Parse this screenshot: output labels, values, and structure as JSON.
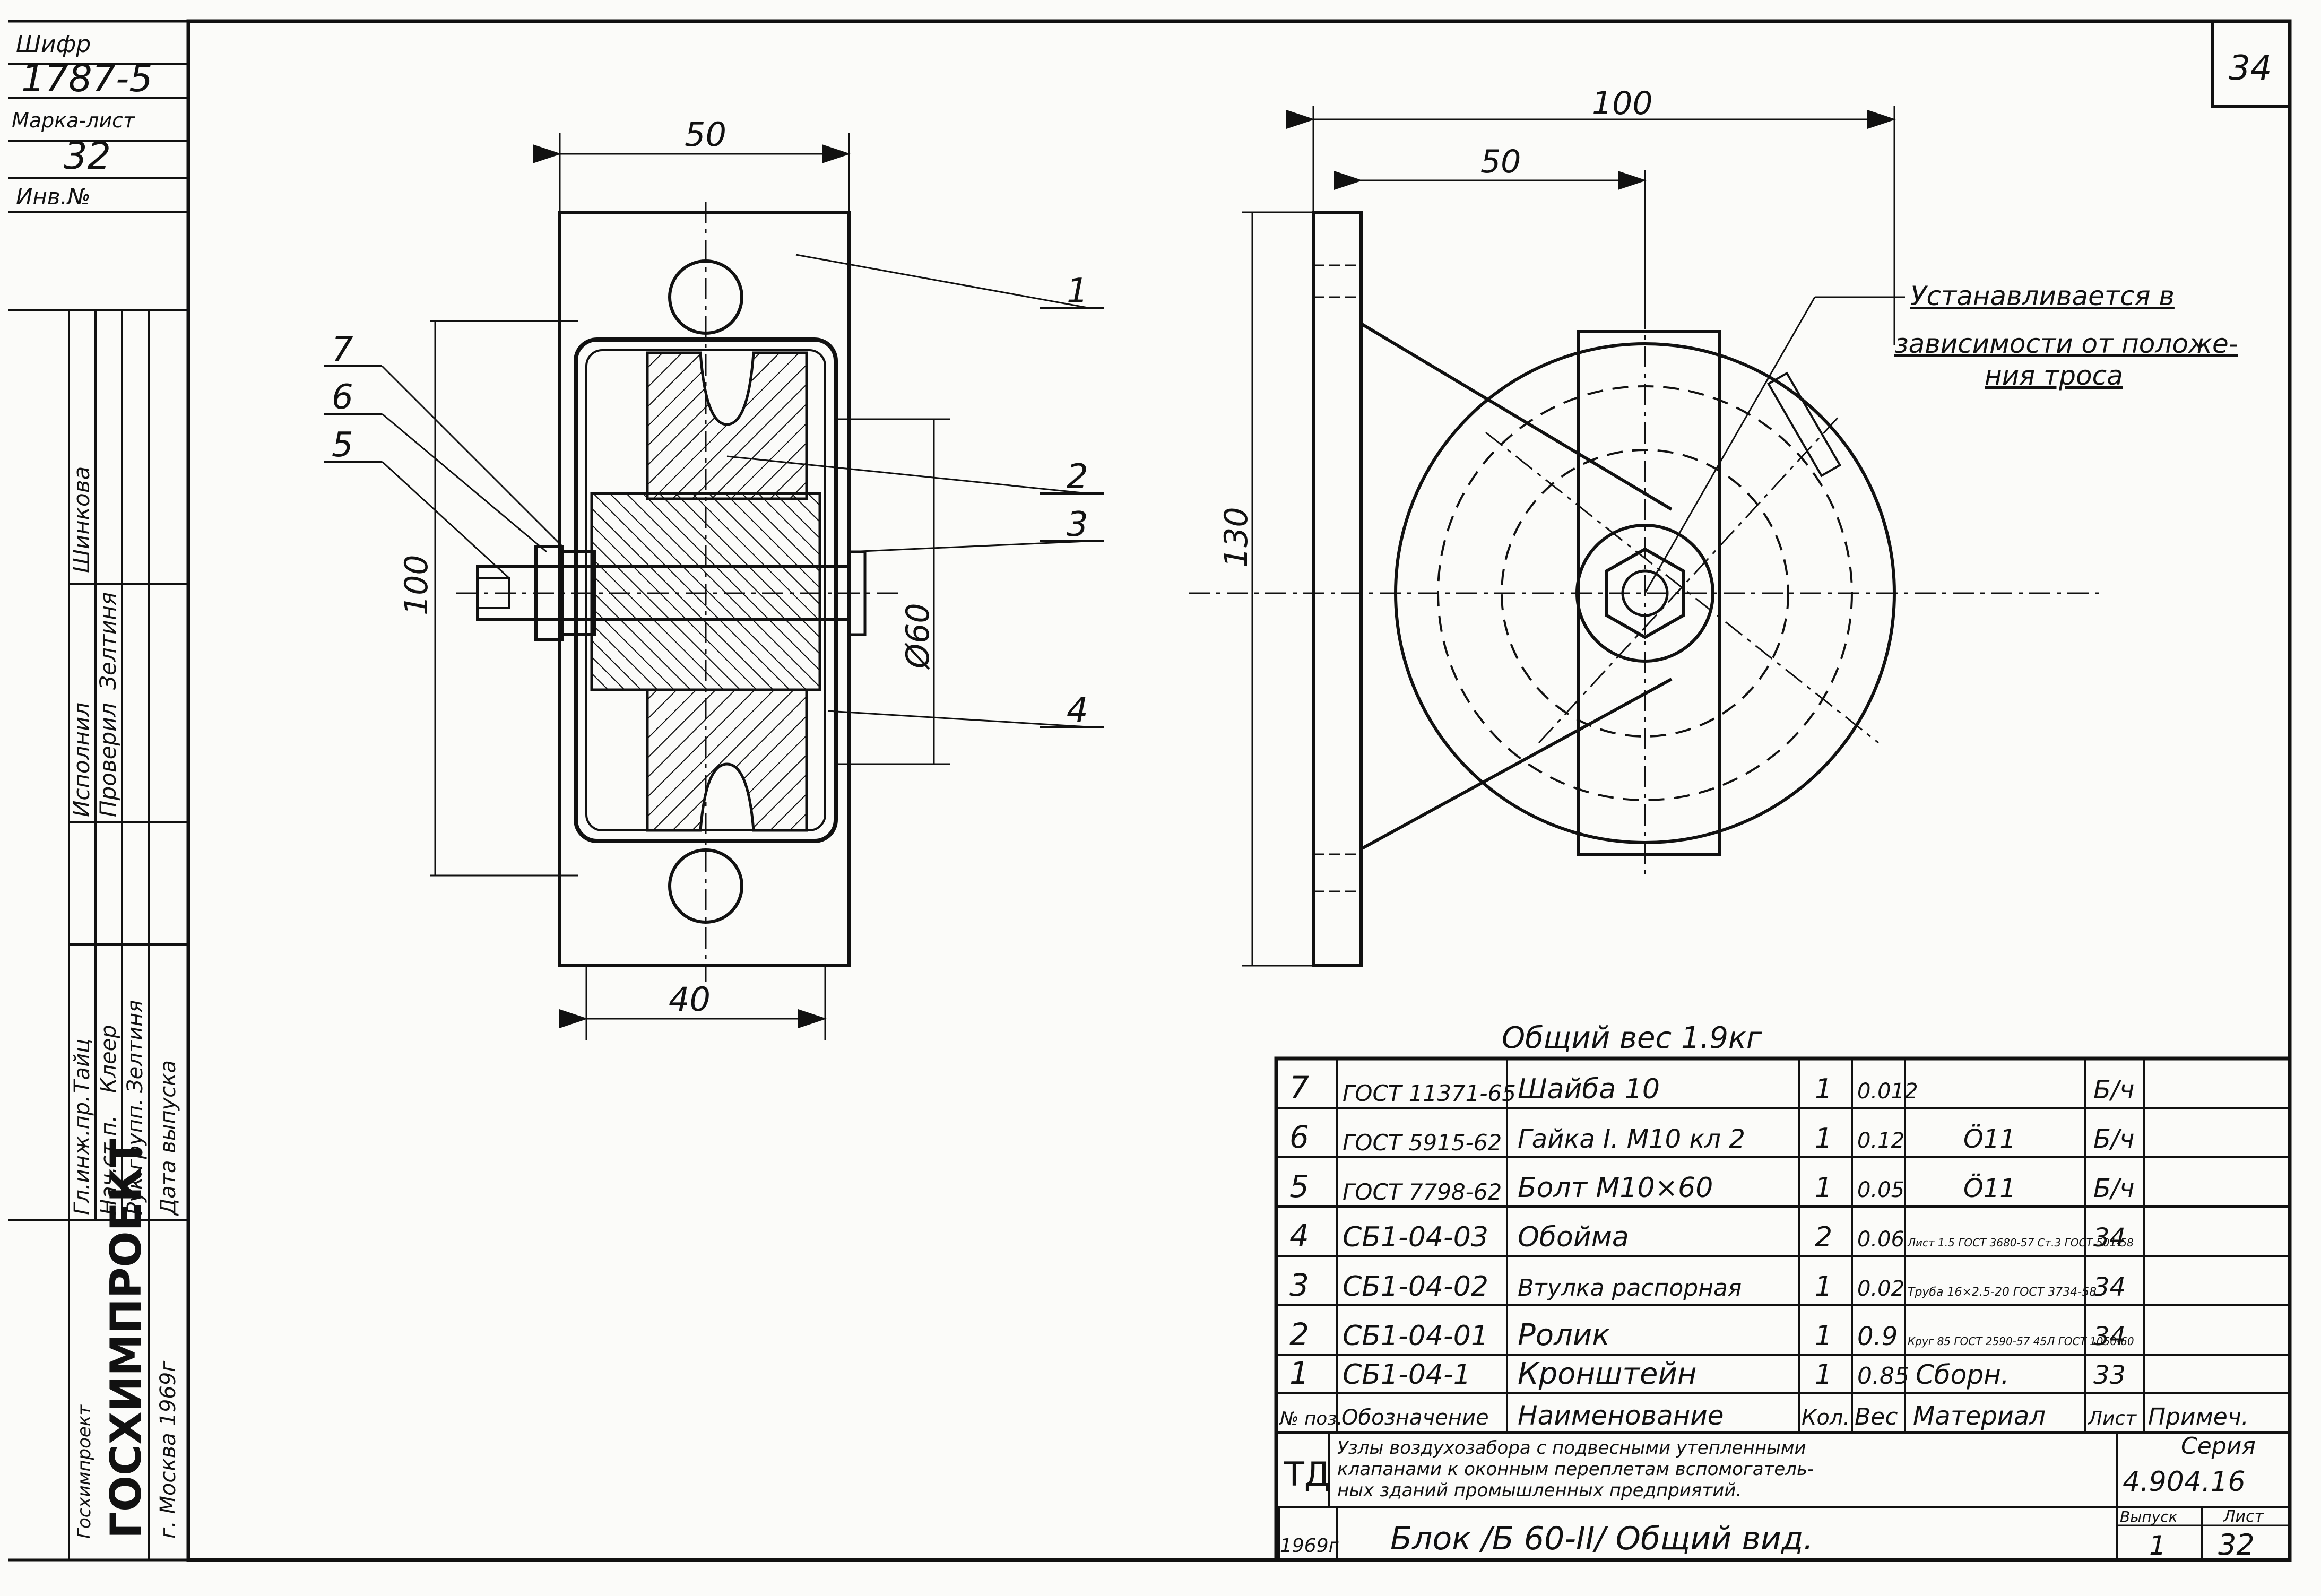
{
  "stamp": {
    "label_code": "Шифр",
    "code": "1787-5",
    "label_sheet": "Марка-лист",
    "sheet": "32",
    "label_inv": "Инв.№",
    "roles": [
      {
        "role": "Исполнил",
        "name": "Шинкова"
      },
      {
        "role": "Проверил",
        "name": "Зелтиня"
      },
      {
        "role": "Гл.инж.пр.",
        "name": "Тайц"
      },
      {
        "role": "Нач.ст.п.",
        "name": "Клеер"
      },
      {
        "role": "Рук.групп.",
        "name": "Зелтиня"
      },
      {
        "role": "Дата выпуска",
        "name": ""
      }
    ],
    "org": "ГОСХИМПРОЕКТ",
    "org_sub": "Госхимпроект",
    "city": "г. Москва 1969г"
  },
  "corner_sheet": "34",
  "front_view": {
    "dim_top": "50",
    "dim_bottom": "40",
    "dim_height": "100",
    "dim_dia": "Ø60",
    "callouts": [
      "1",
      "2",
      "3",
      "4",
      "5",
      "6",
      "7"
    ]
  },
  "side_view": {
    "dim_100": "100",
    "dim_50": "50",
    "dim_130": "130",
    "note_line1": "Устанавливается в",
    "note_line2": "зависимости от положе-",
    "note_line3": "ния троса"
  },
  "table": {
    "total_weight": "Общий вес   1.9кг",
    "headers": {
      "no": "№ поз.",
      "designation": "Обозначение",
      "name": "Наименование",
      "qty": "Кол.",
      "weight": "Вес",
      "material": "Материал",
      "sheet": "Лист",
      "note": "Примеч."
    },
    "rows": [
      {
        "no": "7",
        "designation": "ГОСТ 11371-65",
        "name": "Шайба 10",
        "qty": "1",
        "weight": "0.012",
        "material": "",
        "sheet": "Б/ч",
        "note": ""
      },
      {
        "no": "6",
        "designation": "ГОСТ 5915-62",
        "name": "Гайка I. M10 кл 2",
        "qty": "1",
        "weight": "0.12",
        "material": "Ö11",
        "sheet": "Б/ч",
        "note": ""
      },
      {
        "no": "5",
        "designation": "ГОСТ 7798-62",
        "name": "Болт M10×60",
        "qty": "1",
        "weight": "0.05",
        "material": "Ö11",
        "sheet": "Б/ч",
        "note": ""
      },
      {
        "no": "4",
        "designation": "СБ1-04-03",
        "name": "Обойма",
        "qty": "2",
        "weight": "0.06",
        "material": "Лист 1.5 ГОСТ 3680-57 Ст.3 ГОСТ 501-58",
        "sheet": "34",
        "note": ""
      },
      {
        "no": "3",
        "designation": "СБ1-04-02",
        "name": "Втулка распорная",
        "qty": "1",
        "weight": "0.02",
        "material": "Труба 16×2.5-20 ГОСТ 3734-58",
        "sheet": "34",
        "note": ""
      },
      {
        "no": "2",
        "designation": "СБ1-04-01",
        "name": "Ролик",
        "qty": "1",
        "weight": "0.9",
        "material": "Круг 85 ГОСТ 2590-57 45Л ГОСТ 1050-60",
        "sheet": "34",
        "note": ""
      },
      {
        "no": "1",
        "designation": "СБ1-04-1",
        "name": "Кронштейн",
        "qty": "1",
        "weight": "0.85",
        "material": "Сборн.",
        "sheet": "33",
        "note": ""
      }
    ],
    "td": "ТД",
    "series_label": "Серия",
    "series": "4.904.16",
    "title_line1": "Узлы воздухозабора с подвесными утепленными",
    "title_line2": "клапанами к оконным переплетам вспомогатель-",
    "title_line3": "ных зданий промышленных предприятий.",
    "year": "1969г",
    "drawing_title": "Блок /Б 60-II/   Общий вид.",
    "issue_label": "Выпуск",
    "issue": "1",
    "sheet_label": "Лист",
    "sheet": "32"
  }
}
